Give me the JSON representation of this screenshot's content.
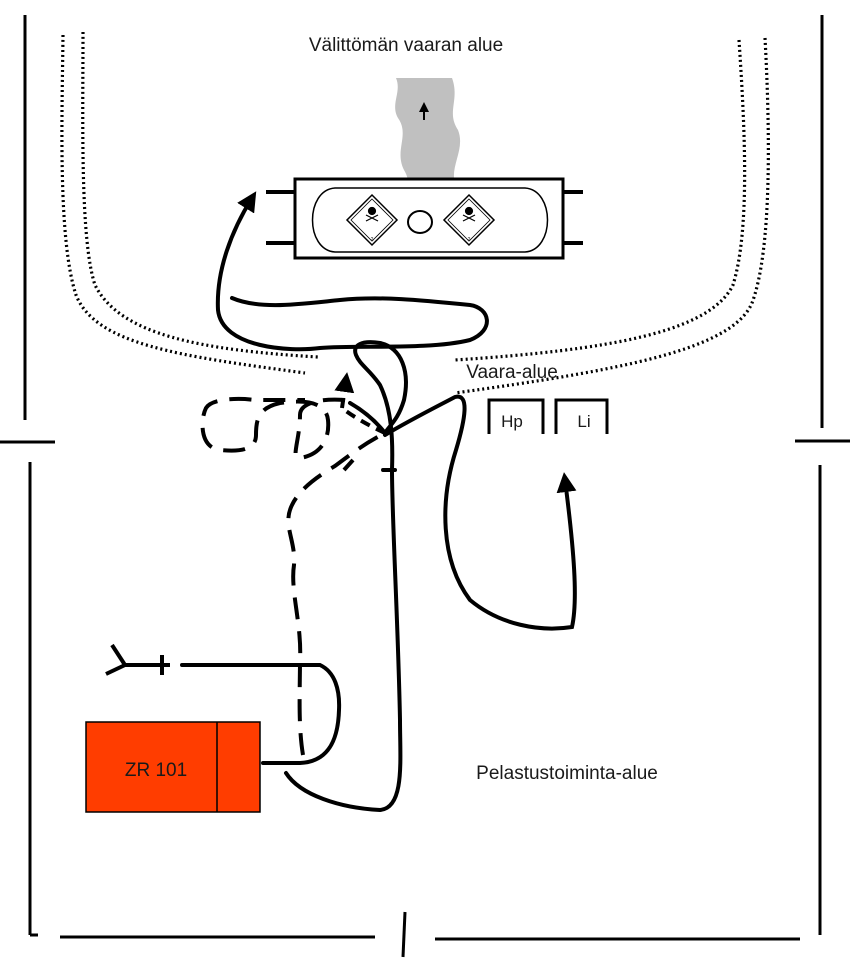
{
  "zones": {
    "immediate_danger": "Välittömän vaaran alue",
    "danger": "Vaara-alue",
    "rescue_operations": "Pelastustoiminta-alue"
  },
  "markers": {
    "hp": "Hp",
    "li": "Li"
  },
  "vehicle": {
    "label": "ZR 101",
    "color": "#ff3d00"
  },
  "colors": {
    "line": "#000000",
    "smoke": "#c0c0c0",
    "background": "#ffffff"
  },
  "icons": [
    "smoke-plume-icon",
    "hazard-diamond-icon",
    "skull-crossbones-icon",
    "hose-nozzle-icon",
    "arrow-icon"
  ]
}
